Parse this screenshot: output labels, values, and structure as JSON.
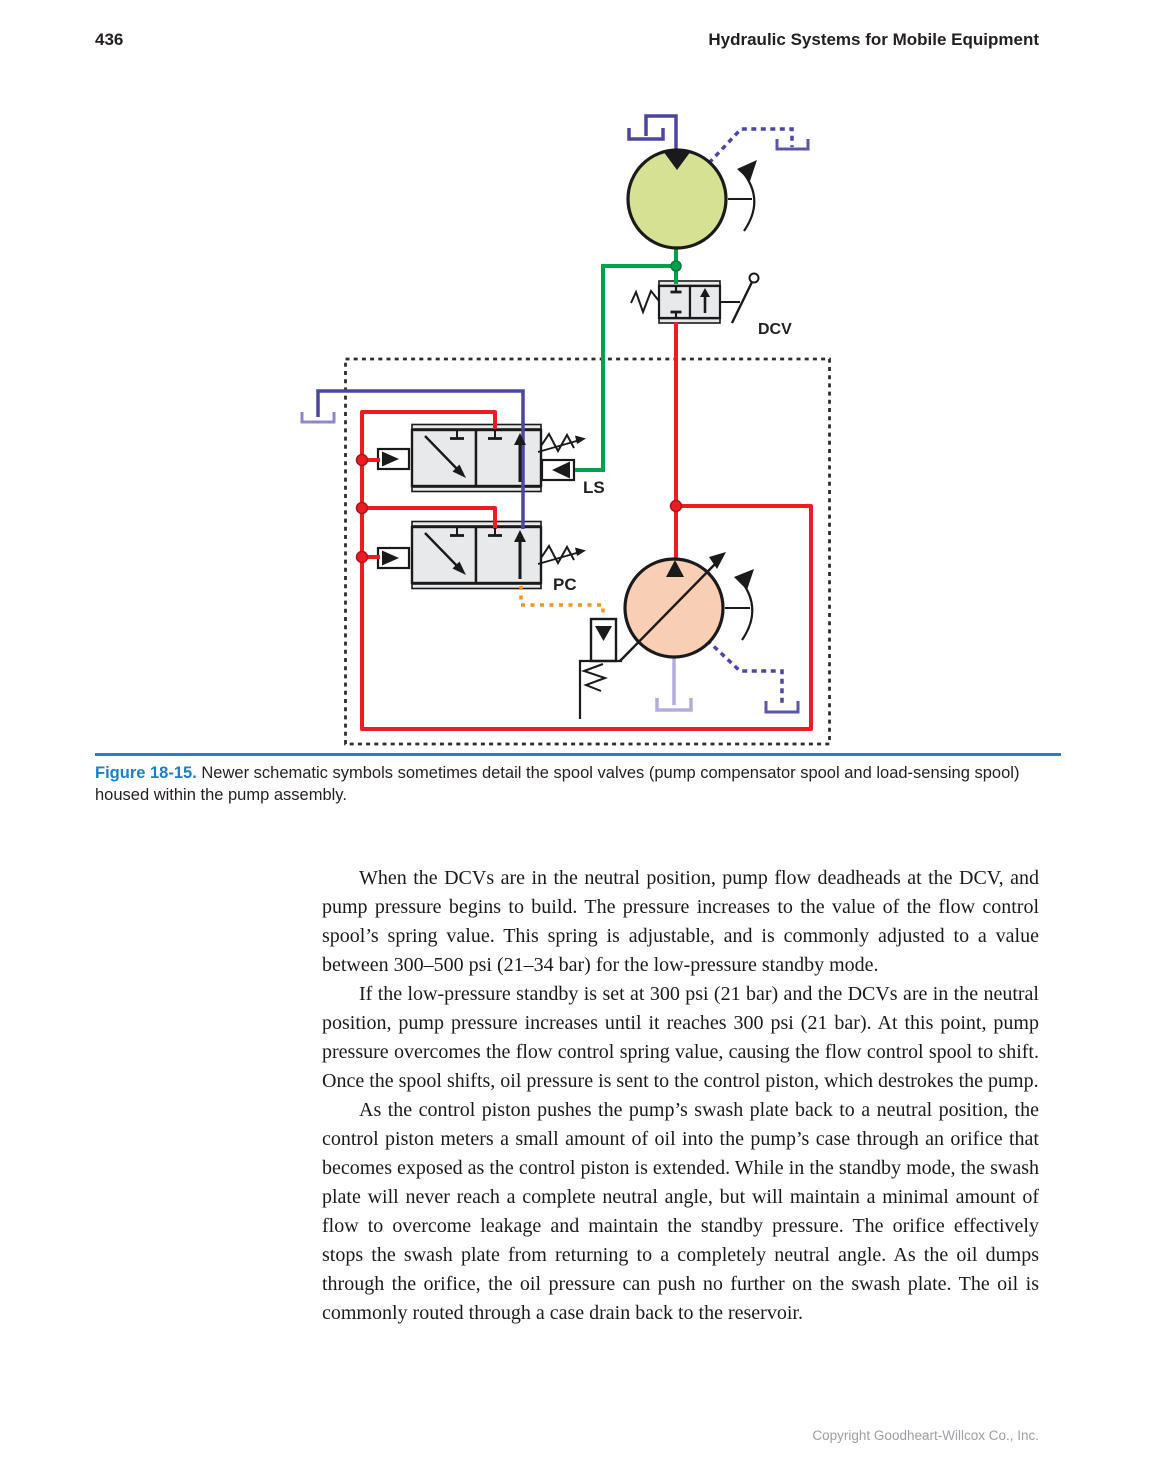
{
  "header": {
    "page_number": "436",
    "running_title": "Hydraulic Systems for Mobile Equipment"
  },
  "figure": {
    "caption_label": "Figure 18-15.",
    "caption_text": " Newer schematic symbols sometimes detail the spool valves (pump compensator spool and load-sensing spool) housed within the pump assembly.",
    "labels": {
      "dcv": "DCV",
      "load_sensing_spool": "LS",
      "pump_compensator_spool": "PC"
    },
    "colors": {
      "pressure_line_red": "#EC1C24",
      "load_sense_green": "#00A14B",
      "tank_line_blue": "#4C46A0",
      "drain_tank_purple": "#5B55A8",
      "reservoir_lavender": "#B2ADDC",
      "ls_tank_purple": "#8D88C8",
      "pilot_orange": "#F7941D",
      "motor_fill_green": "#D6E194",
      "pump_fill_salmon": "#F8CFB5",
      "valve_body_gray": "#E8E9EA",
      "caption_accent_blue": "#1B7FC4",
      "caption_rule_blue": "#2A7FC1"
    }
  },
  "body": {
    "paragraphs": [
      "When the DCVs are in the neutral position, pump flow deadheads at the DCV, and pump pressure begins to build. The pressure increases to the value of the flow control spool’s spring value. This spring is adjustable, and is commonly adjusted to a value between 300–500 psi (21–34 bar) for the low-pressure standby mode.",
      "If the low-pressure standby is set at 300 psi (21 bar) and the DCVs are in the neutral position, pump pressure increases until it reaches 300 psi (21 bar). At this point, pump pressure overcomes the flow control spring value, causing the flow control spool to shift. Once the spool shifts, oil pressure is sent to the control piston, which destrokes the pump.",
      "As the control piston pushes the pump’s swash plate back to a neutral position, the control piston meters a small amount of oil into the pump’s case through an orifice that becomes exposed as the control piston is extended. While in the standby mode, the swash plate will never reach a complete neutral angle, but will maintain a minimal amount of flow to overcome leakage and maintain the standby pressure. The orifice effectively stops the swash plate from returning to a completely neutral angle. As the oil dumps through the orifice, the oil pressure can push no further on the swash plate. The oil is commonly routed through a case drain back to the reservoir."
    ]
  },
  "footer": {
    "copyright": "Copyright Goodheart-Willcox Co., Inc."
  }
}
